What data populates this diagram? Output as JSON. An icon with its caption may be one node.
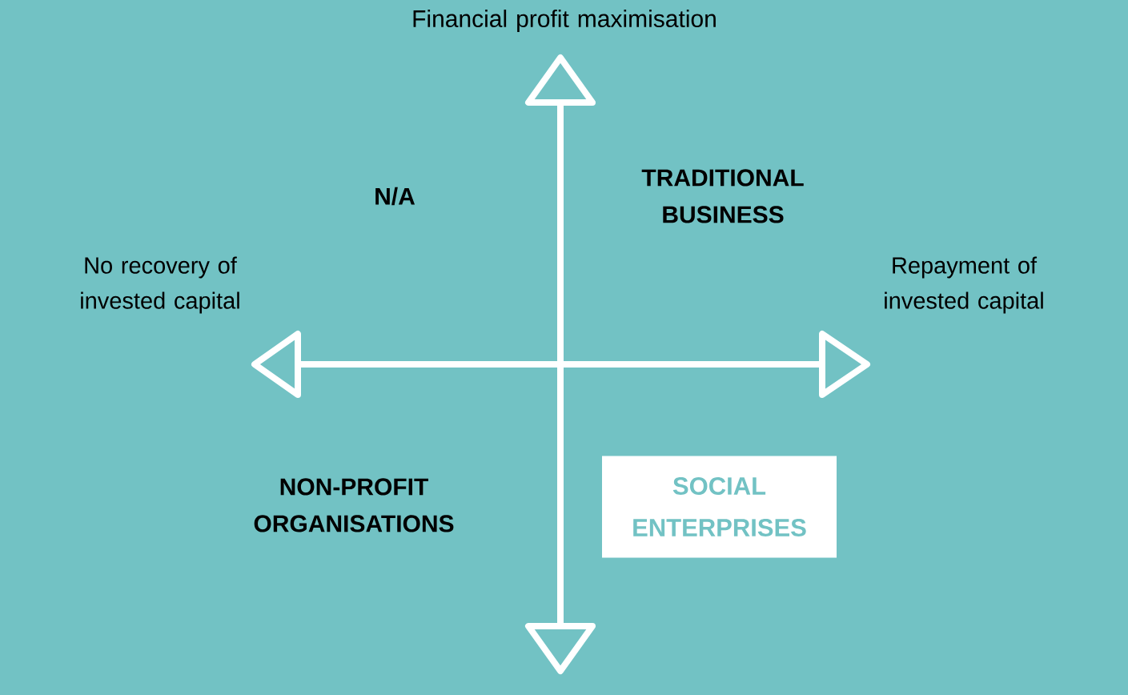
{
  "diagram": {
    "nodes": [
      {
        "text": [
          "SOCIAL ENTERPRISES"
        ]
      }
    ],
    "edges": [],
    "labels": [
      "Financial profit maximisation",
      "N/A",
      "TRADITIONAL BUSINESS",
      "No recovery of invested capital",
      "Repayment of invested capital",
      "NON-PROFIT ORGANISATIONS"
    ]
  }
}
